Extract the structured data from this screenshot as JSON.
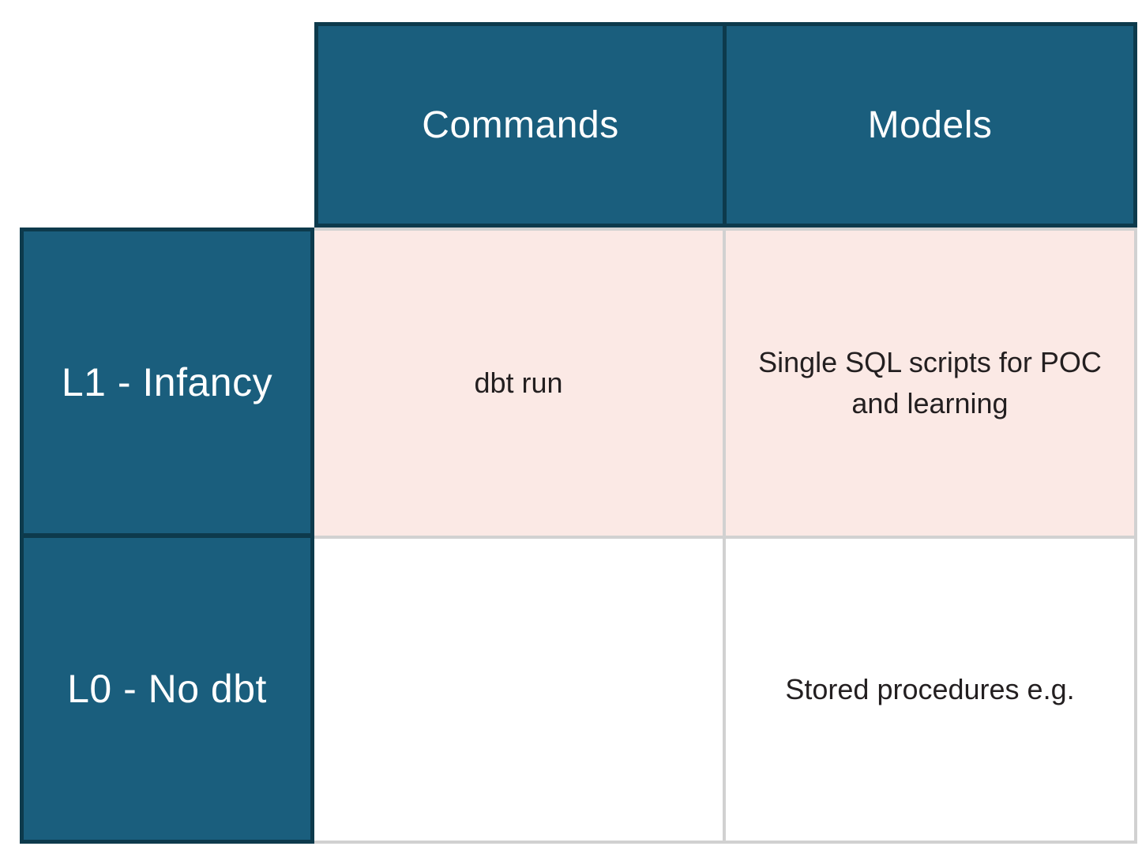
{
  "table": {
    "column_headers": [
      {
        "label": "Commands"
      },
      {
        "label": "Models"
      }
    ],
    "rows": [
      {
        "header": "L1 - Infancy",
        "cells": [
          {
            "text": "dbt run"
          },
          {
            "text": "Single SQL scripts for POC\nand learning"
          }
        ]
      },
      {
        "header": "L0 - No dbt",
        "cells": [
          {
            "text": ""
          },
          {
            "text": "Stored procedures e.g."
          }
        ]
      }
    ]
  },
  "colors": {
    "header_fill": "#1A5E7D",
    "header_border": "#0D3A4C",
    "row1_fill": "#FBE9E5",
    "row2_fill": "#FFFFFF",
    "grid_line": "#D1D1D1",
    "header_text": "#FFFFFF",
    "body_text": "#231F20"
  }
}
